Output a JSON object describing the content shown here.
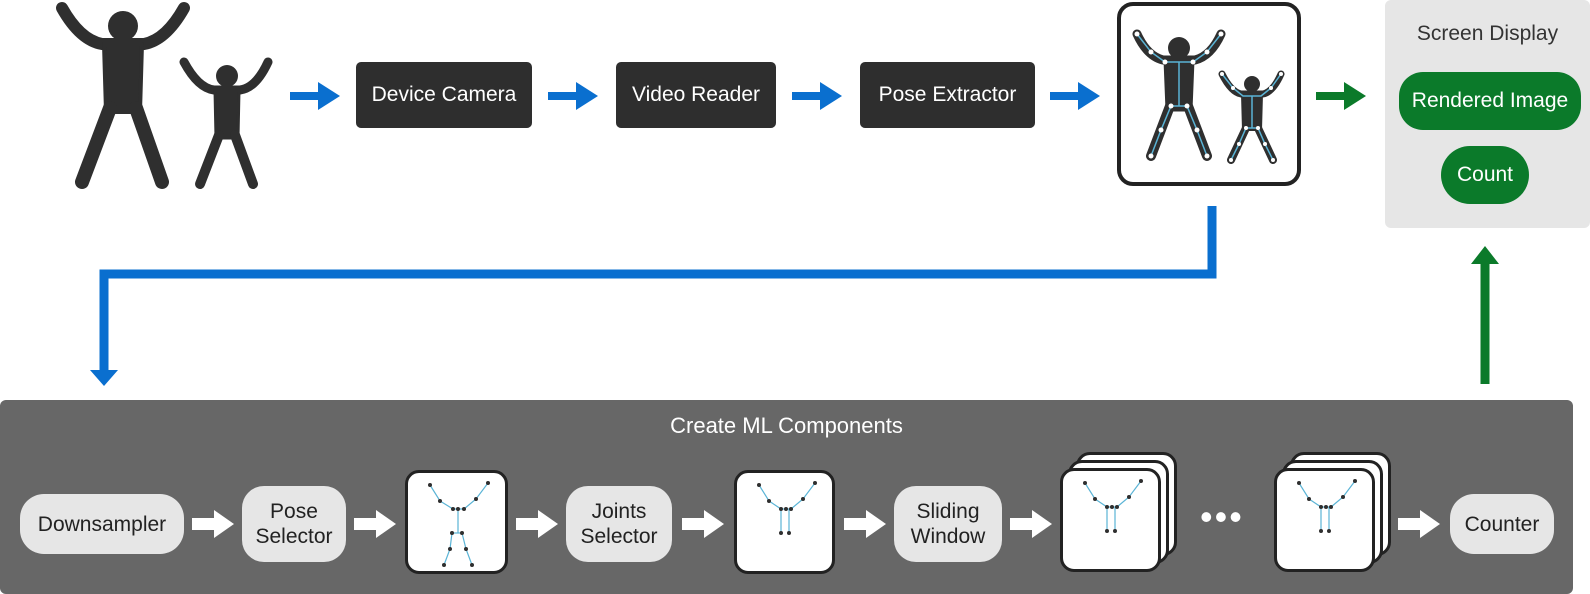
{
  "pipeline": {
    "device_camera": "Device Camera",
    "video_reader": "Video Reader",
    "pose_extractor": "Pose Extractor"
  },
  "screen_display": {
    "title": "Screen Display",
    "rendered_image": "Rendered Image",
    "count": "Count"
  },
  "ml_components": {
    "title": "Create ML Components",
    "downsampler": "Downsampler",
    "pose_selector": [
      "Pose",
      "Selector"
    ],
    "joints_selector": [
      "Joints",
      "Selector"
    ],
    "sliding_window": [
      "Sliding",
      "Window"
    ],
    "ellipsis": "•••",
    "counter": "Counter"
  },
  "colors": {
    "blue_arrow": "#0a6fcf",
    "green_arrow": "#0b7a2a",
    "dark_box": "#2e2e2e",
    "ml_panel": "#676767",
    "light_pill": "#e6e6e6",
    "skeleton_line": "#5ab4d6"
  },
  "icons": [
    "person-silhouettes-icon",
    "arrow-right-icon",
    "skeleton-pose-icon",
    "arrow-down-icon",
    "arrow-up-icon"
  ]
}
